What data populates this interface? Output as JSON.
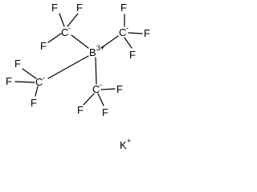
{
  "molecule": {
    "center": {
      "symbol": "B",
      "charge": "3+"
    },
    "carbanions": [
      {
        "symbol": "C",
        "charge": "-"
      },
      {
        "symbol": "C",
        "charge": "-"
      },
      {
        "symbol": "C",
        "charge": "-"
      },
      {
        "symbol": "C",
        "charge": "-"
      }
    ],
    "fluorine_symbol": "F",
    "counterion": {
      "symbol": "K",
      "charge": "+"
    }
  }
}
